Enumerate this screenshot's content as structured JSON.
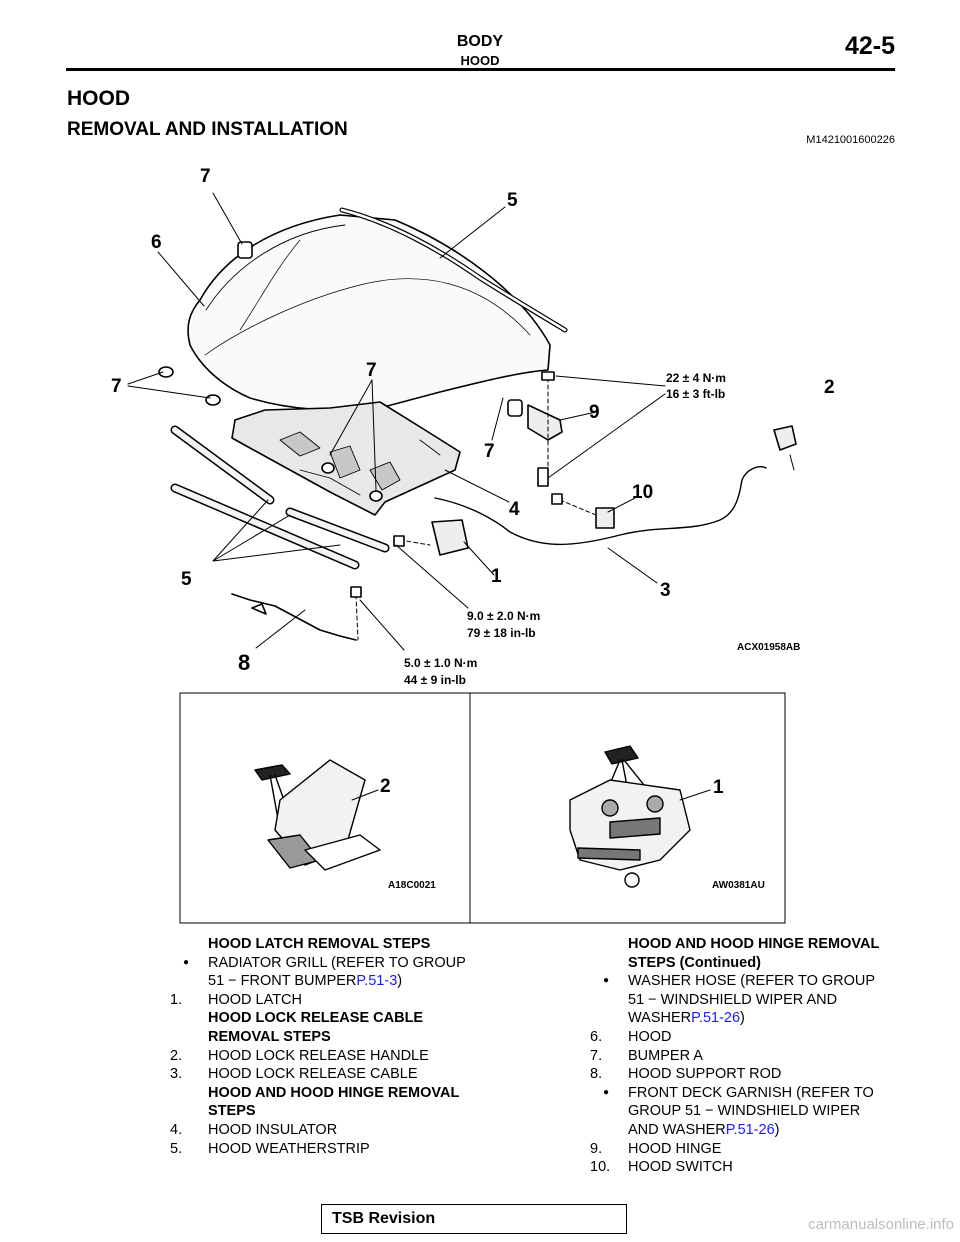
{
  "header": {
    "section": "BODY",
    "subsection": "HOOD",
    "page_number": "42-5"
  },
  "title": "HOOD",
  "subtitle": "REMOVAL AND INSTALLATION",
  "doc_code": "M1421001600226",
  "diagram": {
    "figure_code": "ACX01958AB",
    "callouts": [
      "7",
      "5",
      "6",
      "7",
      "7",
      "2",
      "9",
      "7",
      "10",
      "4",
      "5",
      "1",
      "3",
      "8"
    ],
    "torques": [
      {
        "metric": "22 ± 4 N·m",
        "imperial": "16 ± 3 ft-lb"
      },
      {
        "metric": "9.0 ± 2.0 N·m",
        "imperial": "79 ± 18 in-lb"
      },
      {
        "metric": "5.0 ± 1.0 N·m",
        "imperial": "44 ± 9 in-lb"
      }
    ]
  },
  "detail_panels": [
    {
      "callout": "2",
      "figure_code": "A18C0021"
    },
    {
      "callout": "1",
      "figure_code": "AW0381AU"
    }
  ],
  "steps_left": [
    {
      "kind": "head",
      "text": "HOOD LATCH REMOVAL STEPS"
    },
    {
      "kind": "bullet",
      "text": "RADIATOR GRILL (REFER TO GROUP 51 − FRONT BUMPER",
      "ref": "P.51-3",
      "tail": ")"
    },
    {
      "kind": "num",
      "num": "1.",
      "text": "HOOD LATCH"
    },
    {
      "kind": "head",
      "text": "HOOD LOCK RELEASE CABLE REMOVAL STEPS"
    },
    {
      "kind": "num",
      "num": "2.",
      "text": "HOOD LOCK RELEASE HANDLE"
    },
    {
      "kind": "num",
      "num": "3.",
      "text": "HOOD LOCK RELEASE CABLE"
    },
    {
      "kind": "head",
      "text": "HOOD AND HOOD HINGE REMOVAL STEPS"
    },
    {
      "kind": "num",
      "num": "4.",
      "text": "HOOD INSULATOR"
    },
    {
      "kind": "num",
      "num": "5.",
      "text": "HOOD WEATHERSTRIP"
    }
  ],
  "steps_right": [
    {
      "kind": "head",
      "text": "HOOD AND HOOD HINGE REMOVAL STEPS (Continued)"
    },
    {
      "kind": "bullet",
      "text": "WASHER HOSE (REFER TO GROUP 51 − WINDSHIELD WIPER AND WASHER",
      "ref": "P.51-26",
      "tail": ")"
    },
    {
      "kind": "num",
      "num": "6.",
      "text": "HOOD"
    },
    {
      "kind": "num",
      "num": "7.",
      "text": "BUMPER A"
    },
    {
      "kind": "num",
      "num": "8.",
      "text": "HOOD SUPPORT ROD"
    },
    {
      "kind": "bullet",
      "text": "FRONT DECK GARNISH (REFER TO GROUP 51 − WINDSHIELD WIPER AND WASHER",
      "ref": "P.51-26",
      "tail": ")"
    },
    {
      "kind": "num",
      "num": "9.",
      "text": "HOOD HINGE"
    },
    {
      "kind": "num",
      "num": "10.",
      "text": "HOOD SWITCH"
    }
  ],
  "footer": {
    "label": "TSB Revision"
  },
  "watermark": "carmanualsonline.info"
}
